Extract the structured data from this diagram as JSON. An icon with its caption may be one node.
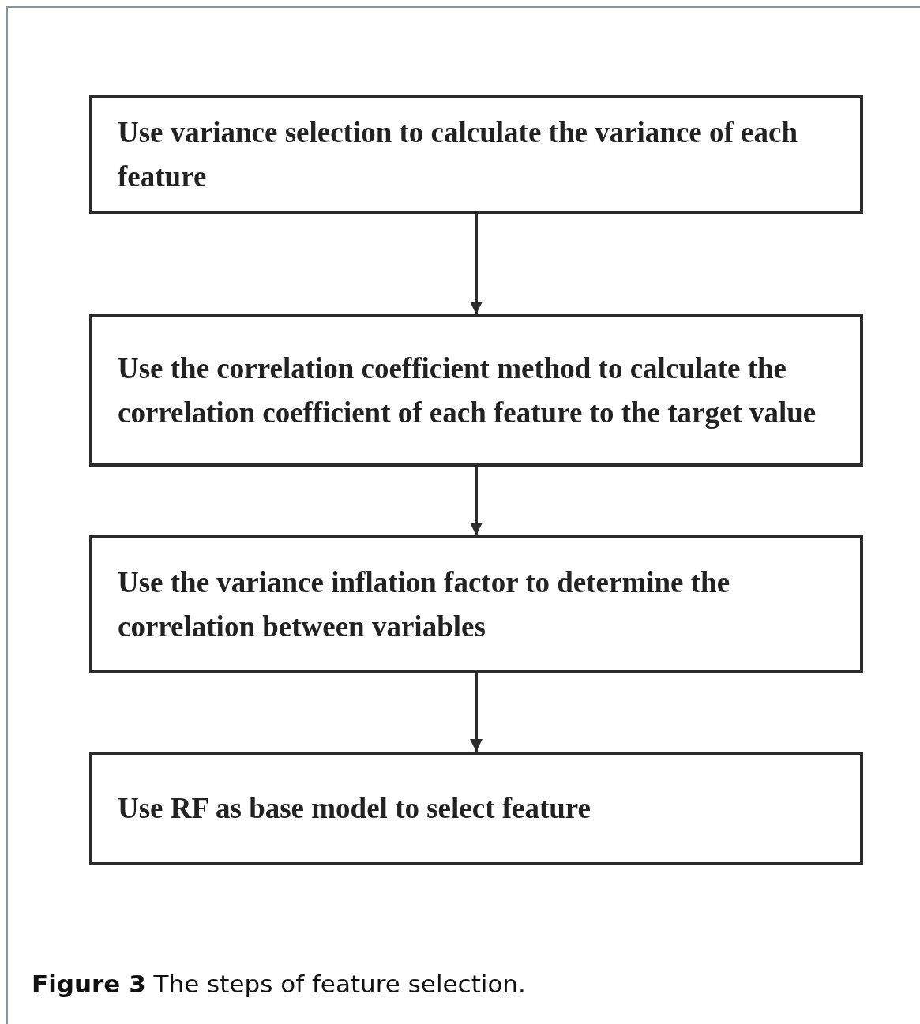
{
  "diagram": {
    "caption": "**Figure 3** The steps of feature selection.",
    "nodes": [
      {
        "text": [
          "Use variance selection to calculate the variance of each feature"
        ]
      },
      {
        "text": [
          "Use the correlation coefficient method to calculate the correlation coefficient of each feature to the target value"
        ]
      },
      {
        "text": [
          "Use the variance inflation factor to determine the correlation between variables"
        ]
      },
      {
        "text": [
          "Use RF as base model to select feature"
        ]
      }
    ],
    "edges": [
      {
        "from": 0,
        "to": 1,
        "arrow": "to"
      },
      {
        "from": 1,
        "to": 2,
        "arrow": "to"
      },
      {
        "from": 2,
        "to": 3,
        "arrow": "to"
      }
    ]
  }
}
